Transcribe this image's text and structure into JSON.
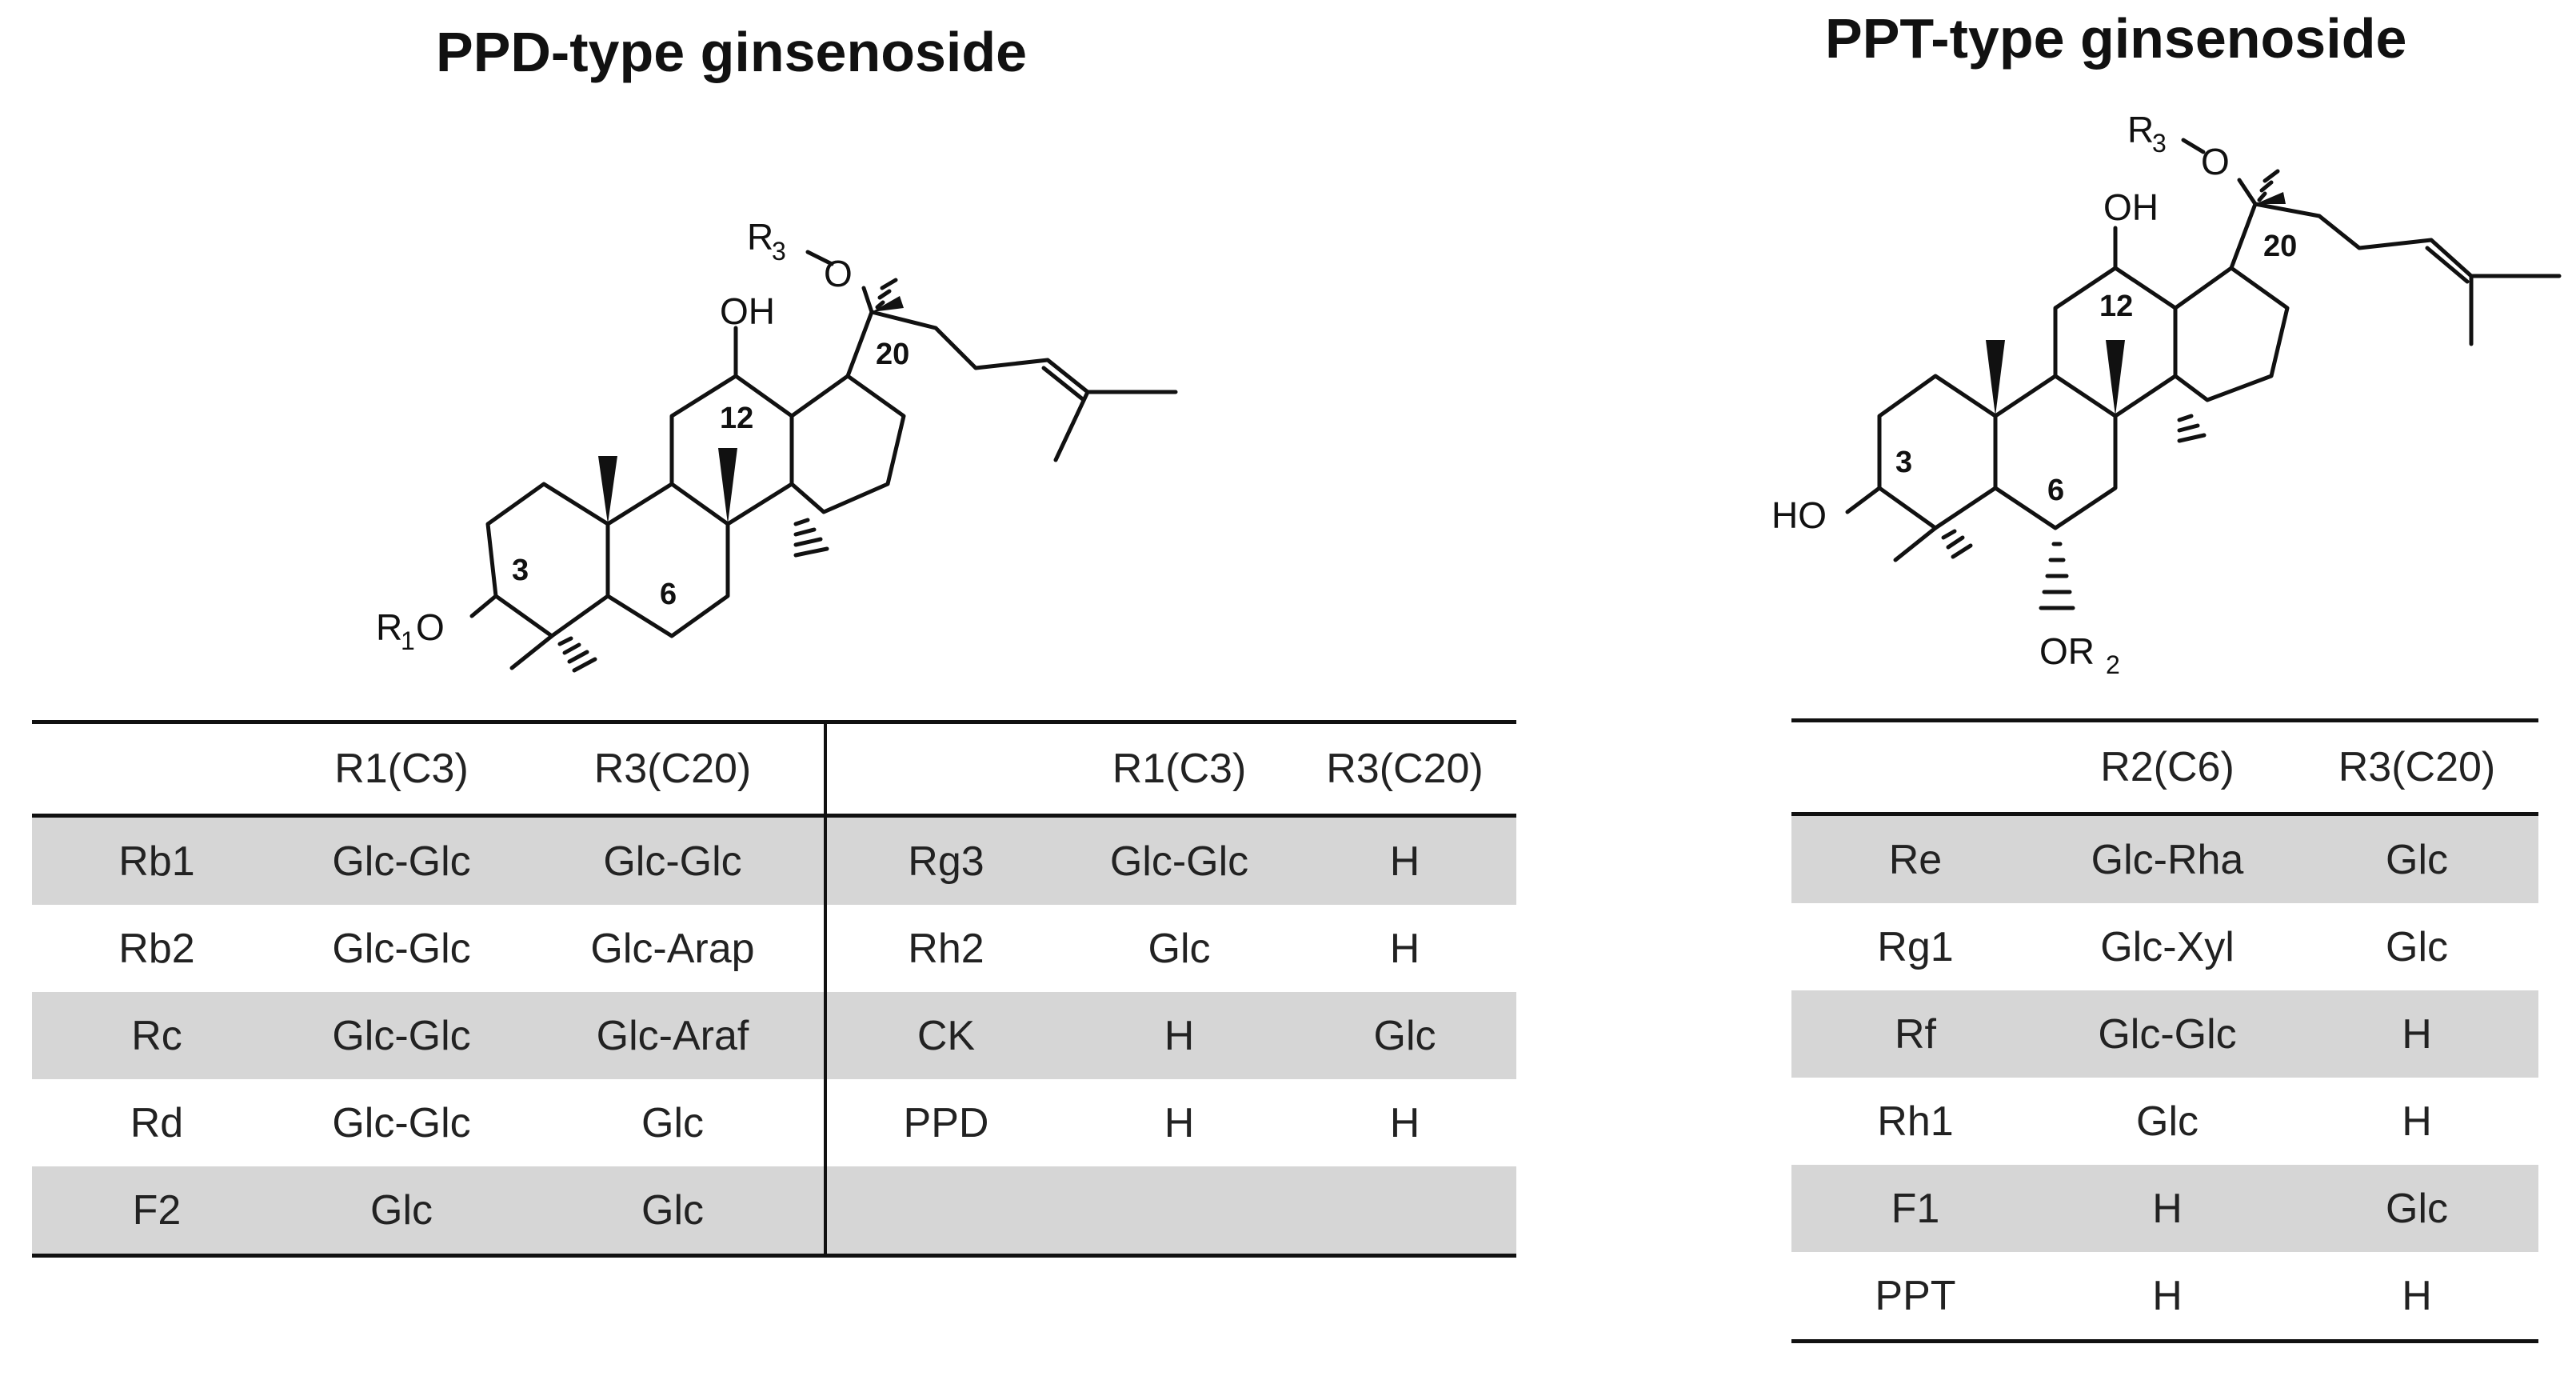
{
  "ppd": {
    "title": "PPD-type ginsenoside",
    "structure": {
      "r3": "R",
      "r3_sub": "3",
      "o_top": "O",
      "oh": "OH",
      "c20": "20",
      "c12": "12",
      "c3": "3",
      "c6": "6",
      "r1": "R",
      "r1_sub": "1",
      "o_left": "O"
    },
    "table": {
      "headers": [
        "",
        "R1(C3)",
        "R3(C20)",
        "",
        "R1(C3)",
        "R3(C20)"
      ],
      "rows": [
        [
          "Rb1",
          "Glc-Glc",
          "Glc-Glc",
          "Rg3",
          "Glc-Glc",
          "H"
        ],
        [
          "Rb2",
          "Glc-Glc",
          "Glc-Arap",
          "Rh2",
          "Glc",
          "H"
        ],
        [
          "Rc",
          "Glc-Glc",
          "Glc-Araf",
          "CK",
          "H",
          "Glc"
        ],
        [
          "Rd",
          "Glc-Glc",
          "Glc",
          "PPD",
          "H",
          "H"
        ],
        [
          "F2",
          "Glc",
          "Glc",
          "",
          "",
          ""
        ]
      ]
    }
  },
  "ppt": {
    "title": "PPT-type ginsenoside",
    "structure": {
      "r3": "R",
      "r3_sub": "3",
      "o_top": "O",
      "oh": "OH",
      "c20": "20",
      "c12": "12",
      "c3": "3",
      "c6": "6",
      "ho": "HO",
      "or2": "OR",
      "or2_sub": "2"
    },
    "table": {
      "headers": [
        "",
        "R2(C6)",
        "R3(C20)"
      ],
      "rows": [
        [
          "Re",
          "Glc-Rha",
          "Glc"
        ],
        [
          "Rg1",
          "Glc-Xyl",
          "Glc"
        ],
        [
          "Rf",
          "Glc-Glc",
          "H"
        ],
        [
          "Rh1",
          "Glc",
          "H"
        ],
        [
          "F1",
          "H",
          "Glc"
        ],
        [
          "PPT",
          "H",
          "H"
        ]
      ]
    }
  }
}
